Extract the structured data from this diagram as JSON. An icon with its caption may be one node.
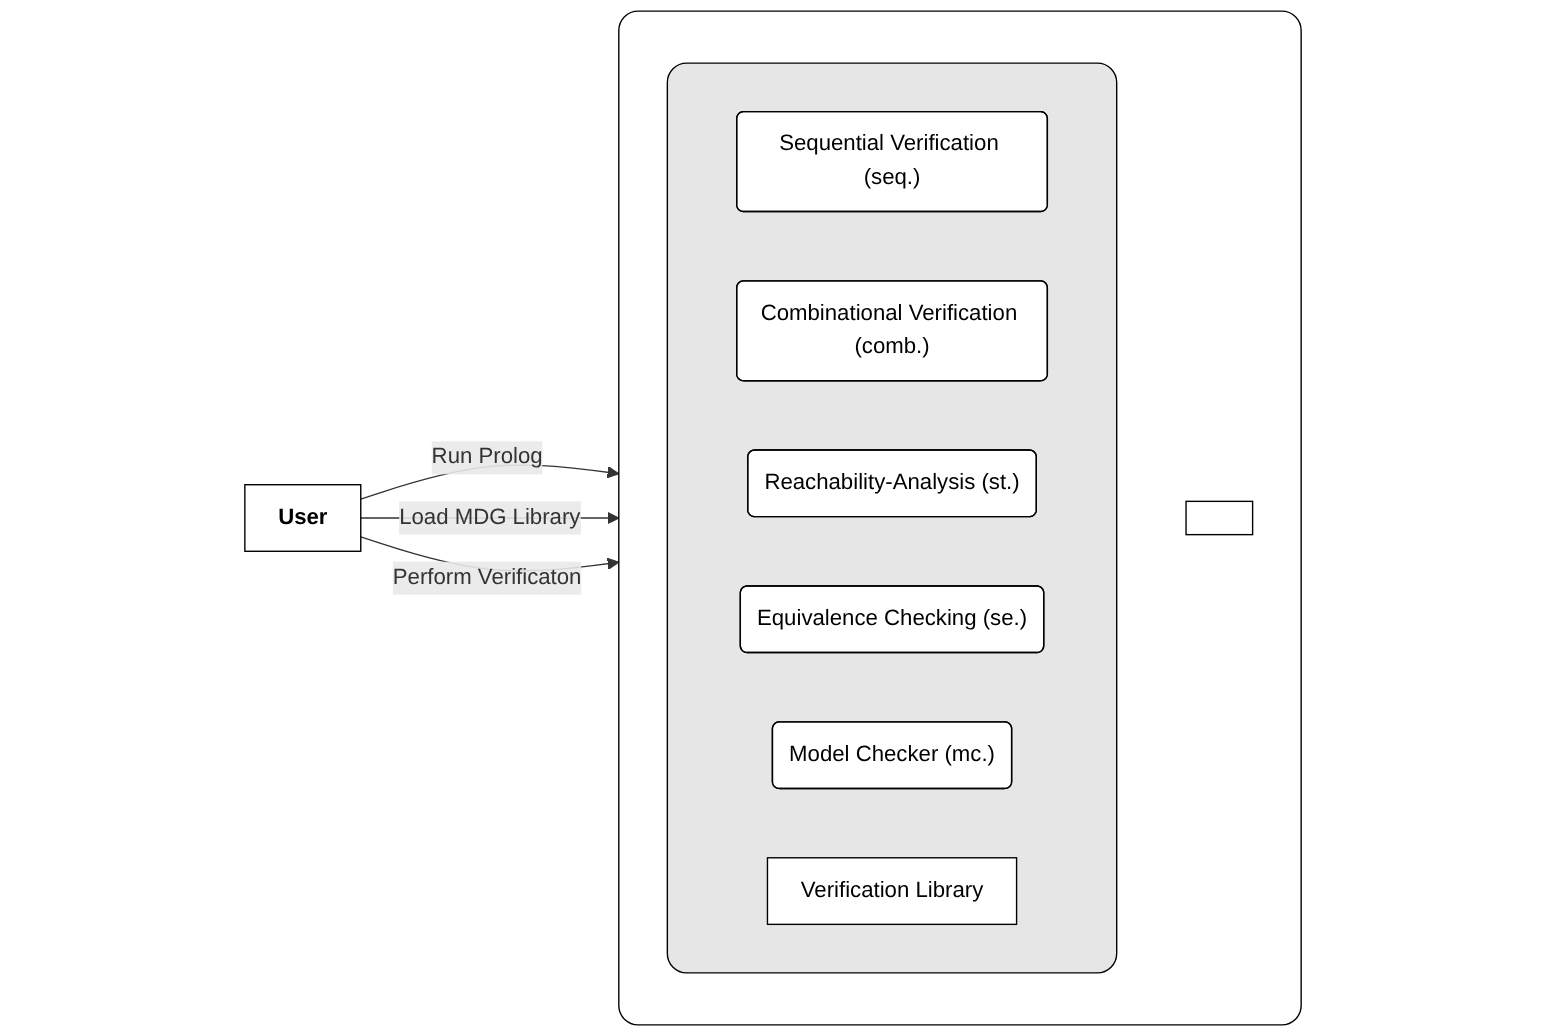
{
  "diagram": {
    "nodes": [
      {
        "text": [
          "User"
        ]
      },
      {
        "text": [],
        "shape": "box"
      },
      {
        "text": [],
        "shape": "box",
        "in": 1
      },
      {
        "text": [
          "Sequential Verification (seq.)"
        ],
        "in": 2
      },
      {
        "text": [
          "Combinational Verification (comb.)"
        ],
        "in": 2
      },
      {
        "text": [
          "Reachability-Analysis (st.)"
        ],
        "in": 2
      },
      {
        "text": [
          "Equivalence Checking (se.)"
        ],
        "in": 2
      },
      {
        "text": [
          "Model Checker (mc.)"
        ],
        "in": 2
      },
      {
        "text": [
          "Verification Library"
        ],
        "in": 2
      },
      {
        "text": [],
        "shape": "box",
        "in": 1
      }
    ],
    "edges": [
      {
        "from": 0,
        "to": 1,
        "arrow": "to",
        "label": "Run Prolog"
      },
      {
        "from": 0,
        "to": 1,
        "arrow": "to",
        "label": "Load MDG Library"
      },
      {
        "from": 0,
        "to": 1,
        "arrow": "to",
        "label": "Perform Verificaton"
      }
    ]
  }
}
